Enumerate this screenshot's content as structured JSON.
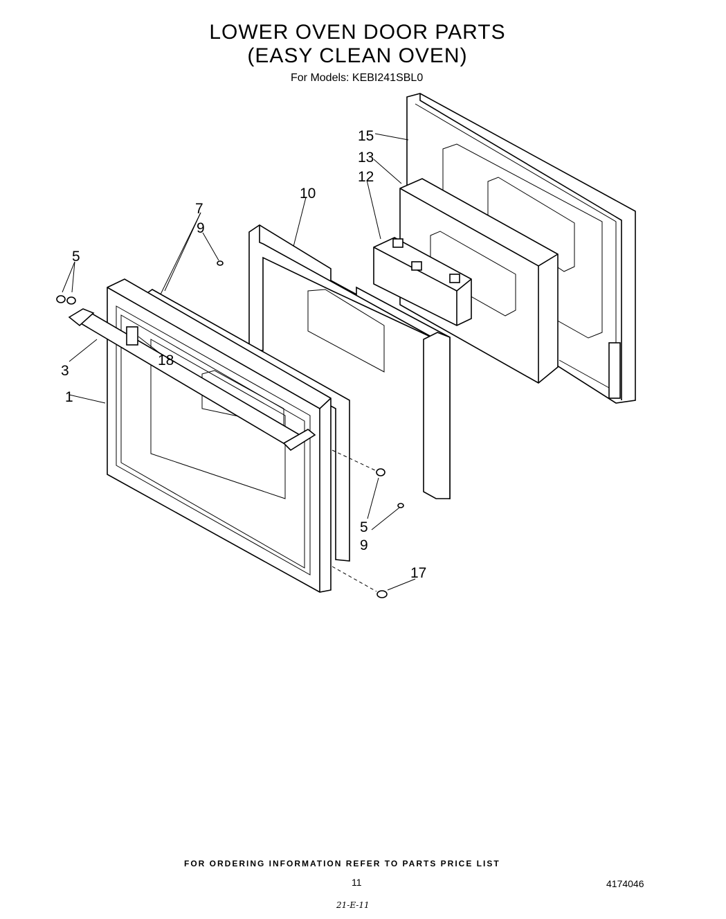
{
  "title_line1": "LOWER OVEN DOOR PARTS",
  "title_line2": "(EASY CLEAN OVEN)",
  "models_line": "For Models: KEBI241SBL0",
  "callouts": {
    "c15": "15",
    "c13": "13",
    "c12": "12",
    "c10": "10",
    "c7": "7",
    "c9a": "9",
    "c5a": "5",
    "c3": "3",
    "c18": "18",
    "c1": "1",
    "c5b": "5",
    "c9b": "9",
    "c17": "17"
  },
  "footer_note": "FOR ORDERING INFORMATION REFER TO PARTS PRICE LIST",
  "page_number": "11",
  "document_number": "4174046",
  "handwritten_note": "21-E-11"
}
